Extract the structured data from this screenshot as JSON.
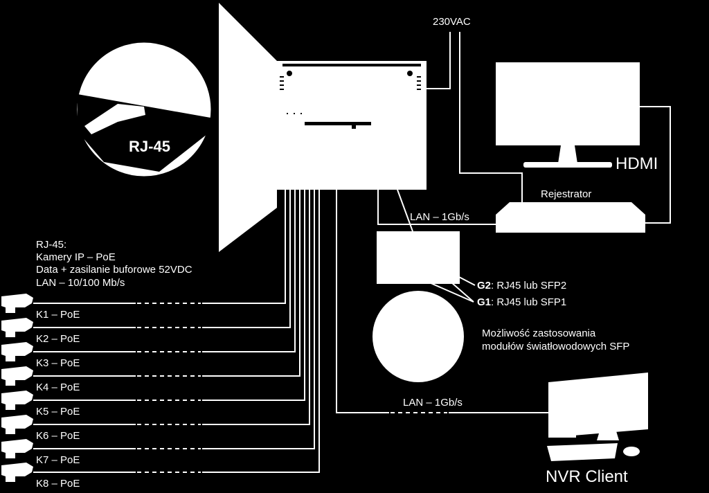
{
  "power": {
    "label": "230VAC"
  },
  "rj45_callout": {
    "label": "RJ-45"
  },
  "monitor": {
    "label": "HDMI"
  },
  "recorder": {
    "label": "Rejestrator"
  },
  "lan_top": {
    "label": "LAN – 1Gb/s"
  },
  "lan_bottom": {
    "label": "LAN – 1Gb/s"
  },
  "uplinks": {
    "g2": {
      "name": "G2",
      "desc": ": RJ45 lub SFP2"
    },
    "g1": {
      "name": "G1",
      "desc": ": RJ45 lub SFP1"
    }
  },
  "sfp_note": {
    "line1": "Możliwość zastosowania",
    "line2": "modułów światłowodowych SFP"
  },
  "port_desc": {
    "line1": "RJ-45:",
    "line2": "Kamery IP – PoE",
    "line3": "Data + zasilanie buforowe 52VDC",
    "line4": "LAN – 10/100 Mb/s"
  },
  "cameras": [
    {
      "label": "K1 – PoE"
    },
    {
      "label": "K2 – PoE"
    },
    {
      "label": "K3 – PoE"
    },
    {
      "label": "K4 – PoE"
    },
    {
      "label": "K5 – PoE"
    },
    {
      "label": "K6 – PoE"
    },
    {
      "label": "K7 – PoE"
    },
    {
      "label": "K8 – PoE"
    }
  ],
  "client": {
    "label": "NVR Client"
  }
}
